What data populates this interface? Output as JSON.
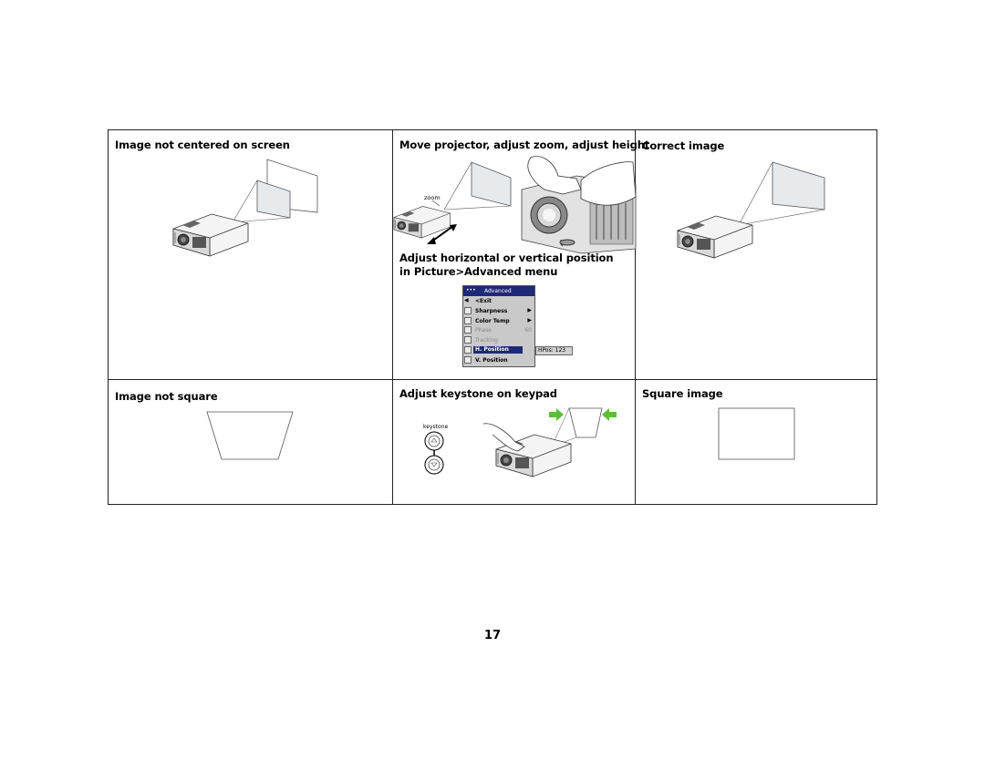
{
  "cells": {
    "top_left_title": "Image not centered on screen",
    "top_middle_title": "Move projector, adjust zoom, adjust height",
    "top_right_title": "Correct image",
    "middle_subtitle": "Adjust horizontal or vertical position in Picture>Advanced menu",
    "bottom_left_title": "Image not square",
    "bottom_middle_title": "Adjust keystone on keypad",
    "bottom_right_title": "Square image"
  },
  "labels": {
    "zoom": "zoom",
    "keystone": "keystone"
  },
  "osd_menu": {
    "header_dots": "•••",
    "title": "Advanced",
    "items": [
      {
        "label": "<Exit",
        "arrow": "",
        "value": "",
        "dim": false,
        "selected": false,
        "icon": "left-arrow-icon"
      },
      {
        "label": "Sharpness",
        "arrow": "▶",
        "value": "",
        "dim": false,
        "selected": false,
        "icon": "sharpness-icon"
      },
      {
        "label": "Color Temp",
        "arrow": "▶",
        "value": "",
        "dim": false,
        "selected": false,
        "icon": "thermometer-icon"
      },
      {
        "label": "Phase",
        "arrow": "",
        "value": "60",
        "dim": true,
        "selected": false,
        "icon": "phase-icon"
      },
      {
        "label": "Tracking",
        "arrow": "",
        "value": "",
        "dim": true,
        "selected": false,
        "icon": "tracking-icon"
      },
      {
        "label": "H. Position",
        "arrow": "",
        "value": "",
        "dim": false,
        "selected": true,
        "icon": "h-position-icon"
      },
      {
        "label": "V. Position",
        "arrow": "",
        "value": "",
        "dim": false,
        "selected": false,
        "icon": "v-position-icon"
      }
    ],
    "hpos_readout": "HPos: 123"
  },
  "page_number": "17",
  "colors": {
    "menu_header": "#1e2a78",
    "menu_bg": "#c9c9c9",
    "arrow_green": "#5bbf3a",
    "screen_fill": "#e6eaec"
  }
}
